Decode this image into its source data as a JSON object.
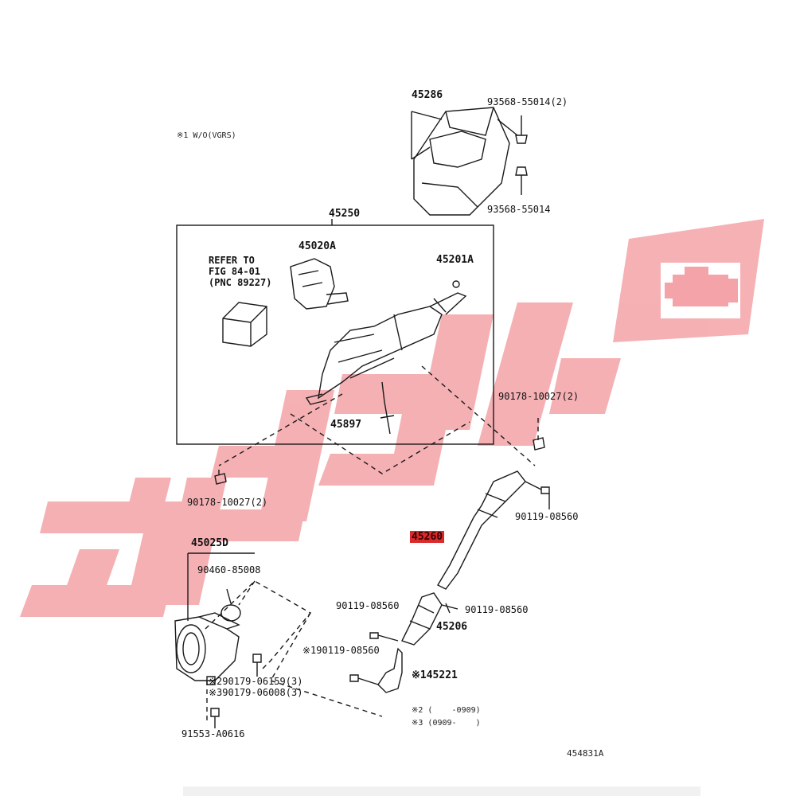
{
  "notes": {
    "vgrs": "※1 W/O(VGRS)",
    "range2": "※2 (    -0909)",
    "range3": "※3 (0909-    )"
  },
  "parts": {
    "p45286": "45286",
    "p93568_2": "93568-55014(2)",
    "p93568": "93568-55014",
    "p45250": "45250",
    "refer_line1": "REFER TO",
    "refer_line2": "FIG 84-01",
    "refer_line3": "(PNC 89227)",
    "p45020A": "45020A",
    "p45201A": "45201A",
    "p90178_right": "90178-10027(2)",
    "p45897": "45897",
    "p90178_left": "90178-10027(2)",
    "p90119_top": "90119-08560",
    "p45260": "45260",
    "p45025D": "45025D",
    "p90460": "90460-85008",
    "p90119_left": "90119-08560",
    "p90119_right": "90119-08560",
    "p45206": "45206",
    "p90119_ref": "※190119-08560",
    "p45221": "※145221",
    "p90179_a": "※290179-06159(3)",
    "p90179_b": "※390179-06008(3)",
    "p91553": "91553-A0616"
  },
  "diagram_id": "454831A",
  "colors": {
    "line": "#1a1a1a",
    "highlight": "#d92b2b",
    "watermark": "#f4a3a8"
  }
}
